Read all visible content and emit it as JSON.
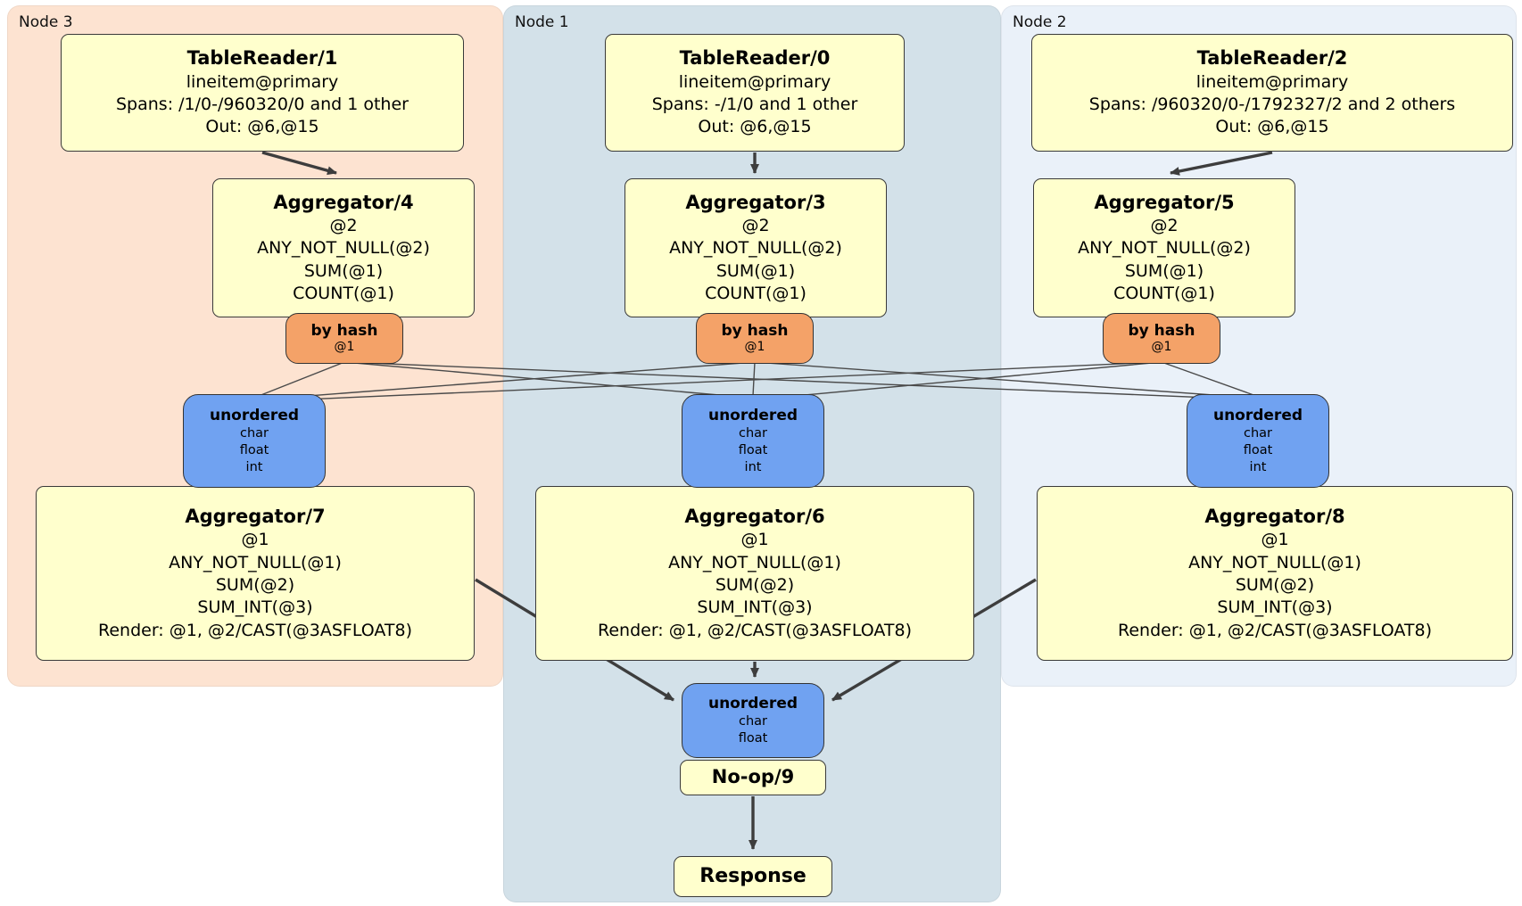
{
  "nodes": [
    {
      "label": "Node 3",
      "table_reader": {
        "title": "TableReader/1",
        "lines": [
          "lineitem@primary",
          "Spans: /1/0-/960320/0 and 1 other",
          "Out: @6,@15"
        ]
      },
      "aggregator_pre": {
        "title": "Aggregator/4",
        "lines": [
          "@2",
          "ANY_NOT_NULL(@2)",
          "SUM(@1)",
          "COUNT(@1)"
        ]
      },
      "router": {
        "title": "by hash",
        "detail": "@1"
      },
      "sync": {
        "title": "unordered",
        "lines": [
          "char",
          "float",
          "int"
        ]
      },
      "aggregator_post": {
        "title": "Aggregator/7",
        "lines": [
          "@1",
          "ANY_NOT_NULL(@1)",
          "SUM(@2)",
          "SUM_INT(@3)",
          "Render: @1, @2/CAST(@3ASFLOAT8)"
        ]
      }
    },
    {
      "label": "Node 1",
      "table_reader": {
        "title": "TableReader/0",
        "lines": [
          "lineitem@primary",
          "Spans: -/1/0 and 1 other",
          "Out: @6,@15"
        ]
      },
      "aggregator_pre": {
        "title": "Aggregator/3",
        "lines": [
          "@2",
          "ANY_NOT_NULL(@2)",
          "SUM(@1)",
          "COUNT(@1)"
        ]
      },
      "router": {
        "title": "by hash",
        "detail": "@1"
      },
      "sync": {
        "title": "unordered",
        "lines": [
          "char",
          "float",
          "int"
        ]
      },
      "aggregator_post": {
        "title": "Aggregator/6",
        "lines": [
          "@1",
          "ANY_NOT_NULL(@1)",
          "SUM(@2)",
          "SUM_INT(@3)",
          "Render: @1, @2/CAST(@3ASFLOAT8)"
        ]
      }
    },
    {
      "label": "Node 2",
      "table_reader": {
        "title": "TableReader/2",
        "lines": [
          "lineitem@primary",
          "Spans: /960320/0-/1792327/2 and 2 others",
          "Out: @6,@15"
        ]
      },
      "aggregator_pre": {
        "title": "Aggregator/5",
        "lines": [
          "@2",
          "ANY_NOT_NULL(@2)",
          "SUM(@1)",
          "COUNT(@1)"
        ]
      },
      "router": {
        "title": "by hash",
        "detail": "@1"
      },
      "sync": {
        "title": "unordered",
        "lines": [
          "char",
          "float",
          "int"
        ]
      },
      "aggregator_post": {
        "title": "Aggregator/8",
        "lines": [
          "@1",
          "ANY_NOT_NULL(@1)",
          "SUM(@2)",
          "SUM_INT(@3)",
          "Render: @1, @2/CAST(@3ASFLOAT8)"
        ]
      }
    }
  ],
  "final": {
    "sync": {
      "title": "unordered",
      "lines": [
        "char",
        "float"
      ]
    },
    "noop_title": "No-op/9",
    "response_title": "Response"
  },
  "colors": {
    "node3_bg": "#fde3d1",
    "node1_bg": "#d3e1e9",
    "node2_bg": "#eaf1f9",
    "processor_bg": "#ffffcd",
    "router_bg": "#f4a268",
    "sync_bg": "#70a2f1",
    "edge": "#3d3d3d"
  }
}
